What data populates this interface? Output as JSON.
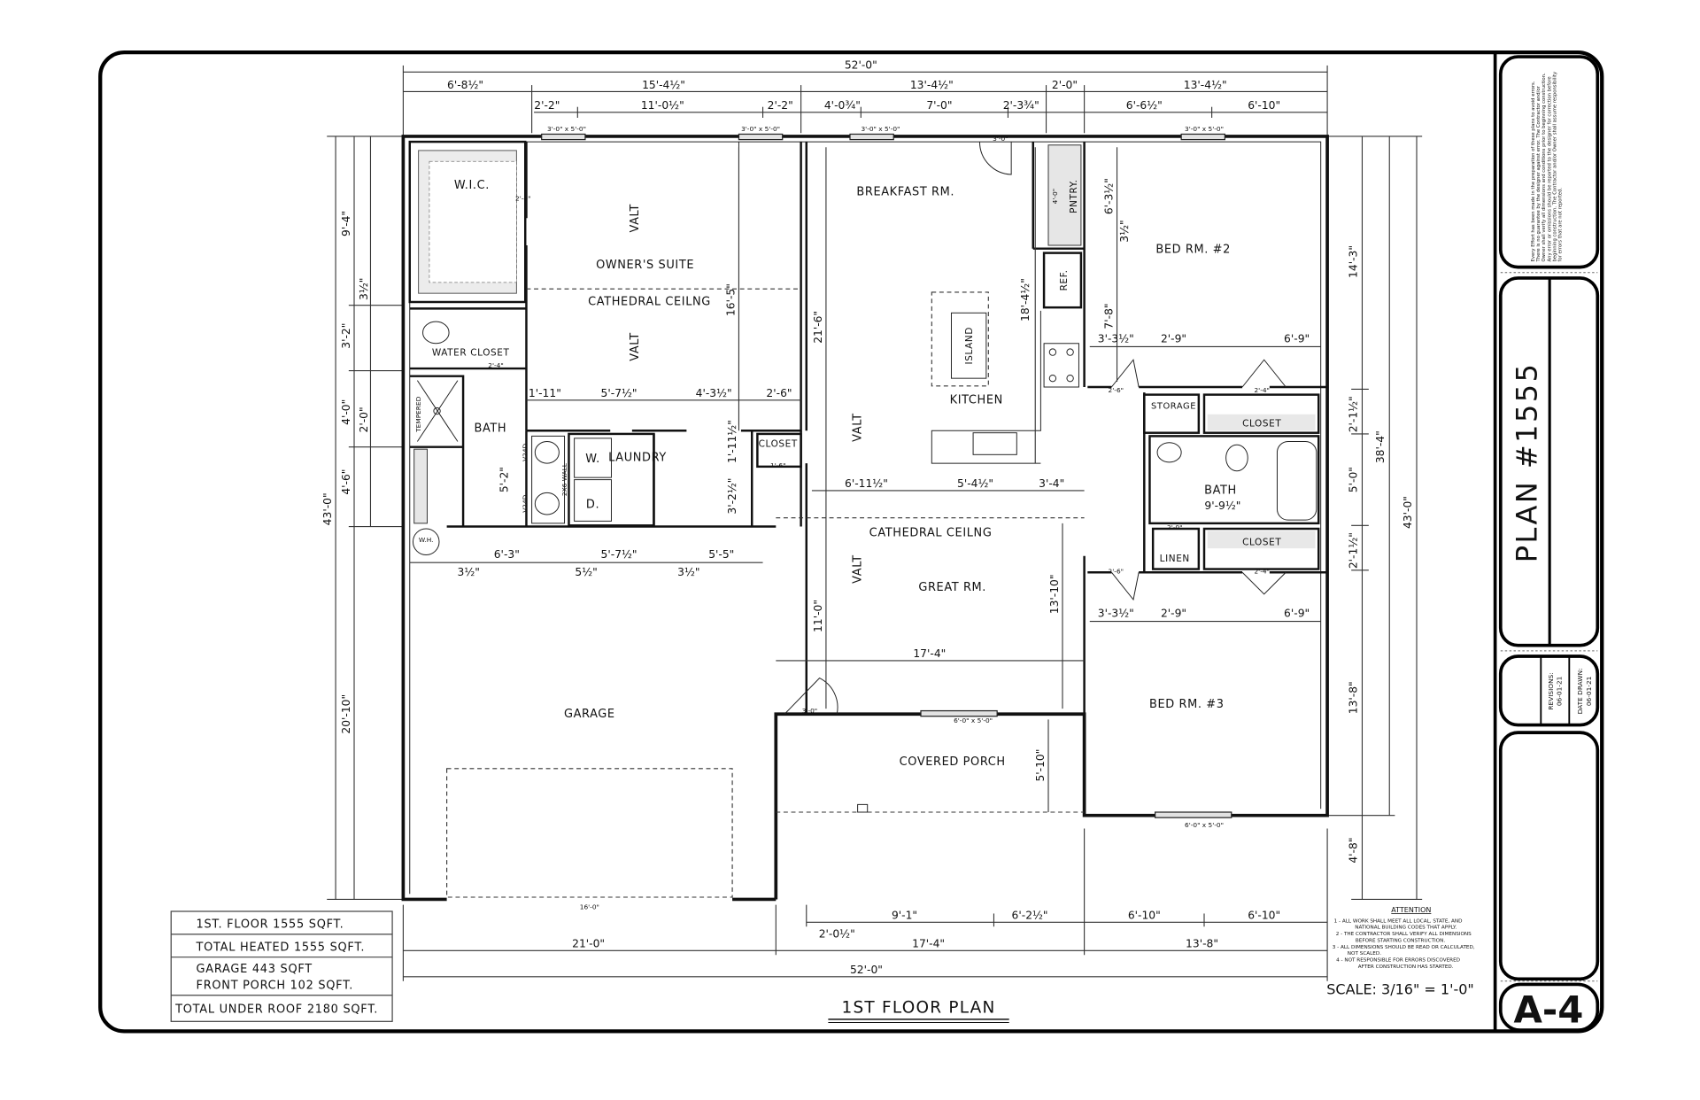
{
  "sheet": {
    "title": "1ST FLOOR PLAN",
    "scale": "SCALE:  3/16\" = 1'-0\"",
    "plan_number": "PLAN #1555",
    "sheet_number": "A-4",
    "revisions_label": "REVISIONS:",
    "revisions_date": "06-01-21",
    "date_drawn_label": "DATE DRAWN:",
    "date_drawn": "06-01-21",
    "disclaimer_lines": [
      "Every Effort has been made in the preparation of these plans to avoid errors.",
      "There is no guarantee by the designer against error. The Contractor and/or",
      "Owner shall verify all dimensions and conditions prior to beginning construction.",
      "Any error or omissions should be reported to the designer for correction before",
      "beginning construction. The Contractor and/or Owner shall assume responsibility",
      "for errors that are not reported."
    ]
  },
  "attention": {
    "heading": "ATTENTION",
    "lines": [
      "1 - ALL WORK SHALL MEET ALL LOCAL, STATE, AND",
      "NATIONAL BUILDING CODES THAT APPLY.",
      "2 - THE CONTRACTOR SHALL VERIFY ALL DIMENSIONS",
      "BEFORE STARTING CONSTRUCTION.",
      "3 - ALL DIMENSIONS SHOULD BE READ OR CALCULATED,",
      "NOT SCALED.",
      "4 -      NOT RESPONSIBLE FOR ERRORS DISCOVERED",
      "AFTER CONSTRUCTION HAS STARTED."
    ]
  },
  "area_table": [
    "1ST. FLOOR 1555 SQFT.",
    "TOTAL HEATED 1555 SQFT.",
    "GARAGE 443 SQFT",
    "FRONT PORCH 102 SQFT.",
    "TOTAL UNDER ROOF 2180 SQFT."
  ],
  "rooms": {
    "wic": "W.I.C.",
    "owners_suite": "OWNER'S SUITE",
    "cathedral_1": "CATHEDRAL CEILNG",
    "valt": "VALT",
    "water_closet": "WATER CLOSET",
    "tempered": "TEMPERED",
    "bath_1": "BATH",
    "laundry": "LAUNDRY",
    "washer": "W.",
    "dryer": "D.",
    "wall_note": "2X6 WALL",
    "sink_note": "V24D",
    "closet_hall": "CLOSET",
    "wh": "W.H.",
    "breakfast": "BREAKFAST RM.",
    "kitchen": "KITCHEN",
    "island": "ISLAND",
    "ref": "REF.",
    "pantry": "PNTRY.",
    "bed2": "BED RM. #2",
    "storage": "STORAGE",
    "closet_b2": "CLOSET",
    "bath_2": "BATH",
    "closet_b3": "CLOSET",
    "linen": "LINEN",
    "cathedral_2": "CATHEDRAL CEILNG",
    "great": "GREAT RM.",
    "bed3": "BED RM. #3",
    "garage": "GARAGE",
    "porch": "COVERED PORCH"
  },
  "dims": {
    "overall_top": "52'-0\"",
    "top_row2": [
      "6'-8½\"",
      "15'-4½\"",
      "13'-4½\"",
      "2'-0\"",
      "13'-4½\""
    ],
    "top_row3": [
      "2'-2\"",
      "11'-0½\"",
      "2'-2\"",
      "4'-0¾\"",
      "7'-0\"",
      "2'-3¾\"",
      "6'-6½\"",
      "6'-10\""
    ],
    "windows": [
      "3'-0\" x 5'-0\"",
      "3'-0\" x 5'-0\"",
      "3'-0\" x 5'-0\"",
      "3'-0\" x 5'-0\"",
      "6'-0\" x 5'-0\"",
      "6'-0\" x 5'-0\""
    ],
    "left": [
      "9'-4\"",
      "3½\"",
      "3'-2\"",
      "4'-0\"",
      "2'-0\"",
      "4'-6\"",
      "43'-0\"",
      "20'-10\""
    ],
    "right": [
      "14'-3\"",
      "2'-1½\"",
      "5'-0\"",
      "2'-1½\"",
      "13'-8\"",
      "4'-8\"",
      "38'-4\"",
      "43'-0\""
    ],
    "bottom_row1": [
      "16'-0\"",
      "9'-1\"",
      "6'-2½\"",
      "6'-10\"",
      "6'-10\""
    ],
    "bottom_row2": [
      "2'-0½\"",
      "21'-0\"",
      "17'-4\"",
      "13'-8\""
    ],
    "overall_bottom": "52'-0\"",
    "interior": [
      "16'-5\"",
      "21'-6\"",
      "18'-4½\"",
      "6'-3½\"",
      "3½\"",
      "7'-8\"",
      "3'-3½\"",
      "2'-9\"",
      "6'-9\"",
      "1'-11\"",
      "5'-7½\"",
      "4'-3½\"",
      "2'-6\"",
      "6'-11½\"",
      "5'-4½\"",
      "3'-4\"",
      "6'-3\"",
      "5'-7½\"",
      "5'-5\"",
      "3½\"",
      "5½\"",
      "3½\"",
      "5'-2\"",
      "3'-3½\"",
      "2'-9\"",
      "6'-9\"",
      "17'-4\"",
      "11'-0\"",
      "13'-10\"",
      "5'-10\"",
      "9'-9½\"",
      "1'-11½\"",
      "3'-2½\"",
      "2'-4\"",
      "4'-0\"",
      "3'-0\"",
      "3'-0\"",
      "2'-4\"",
      "2'-4\"",
      "2'-6\"",
      "2'-6\"",
      "2'-0\"",
      "1'-6\"",
      "2'-4\""
    ]
  }
}
